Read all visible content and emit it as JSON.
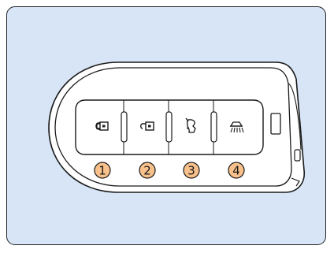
{
  "colors": {
    "panel_fill": "#d7e5f6",
    "panel_border": "#222222",
    "fob_fill": "#ffffff",
    "fob_stroke": "#1a1a1a",
    "badge_fill": "#f8c08a",
    "badge_stroke": "#1a1a1a"
  },
  "buttons": [
    {
      "icon": "lock-icon",
      "number": "1"
    },
    {
      "icon": "unlock-icon",
      "number": "2"
    },
    {
      "icon": "trunk-icon",
      "number": "3"
    },
    {
      "icon": "hazard-light-icon",
      "number": "4"
    }
  ]
}
